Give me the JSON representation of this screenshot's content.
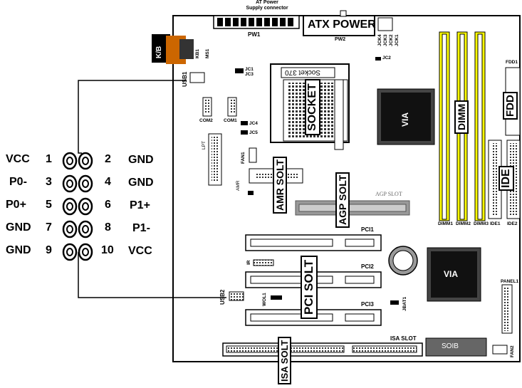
{
  "header_power": [
    "AT Power",
    "Supply connector"
  ],
  "labels": {
    "pw1": "PW1",
    "atx_power": "ATX POWER",
    "pw2": "PW2",
    "jck4": "JCK4",
    "jck3": "JCK3",
    "jck2": "JCK2",
    "jck1": "JCK1",
    "jc2": "JC2",
    "kb": "K/B",
    "kb1": "KB1",
    "ms1": "MS1",
    "usb1": "USB1",
    "jc1": "JC1",
    "jc3": "JC3",
    "socket370": "Socket 370",
    "socket": "SOCKET",
    "via": "VIA",
    "dimm": "DIMM",
    "fdd": "FDD",
    "fdd1": "FDD1",
    "com2": "COM2",
    "com1": "COM1",
    "jc4": "JC4",
    "jc5": "JC5",
    "lpt": "LPT",
    "fan1": "FAN1",
    "amr": "AMR",
    "amr_solt": "AMR SOLT",
    "agp_solt": "AGP SOLT",
    "agp_slot": "AGP SLOT",
    "ide": "IDE",
    "dimm1": "DIMM1",
    "dimm2": "DIMM2",
    "dimm3": "DIMM3",
    "ide1": "IDE1",
    "ide2": "IDE2",
    "pci1": "PCI1",
    "pci2": "PCI2",
    "pci3": "PCI3",
    "pci_solt": "PCI SOLT",
    "ir": "IR",
    "via2": "VIA",
    "usb2": "USB2",
    "wol1": "WOL1",
    "jbat1": "JBAT1",
    "panel1": "PANEL1",
    "isa_slot": "ISA SLOT",
    "isa_solt": "ISA SOLT",
    "sio": "SOIB",
    "fan2": "FAN2"
  },
  "usb_pins": [
    {
      "left": "VCC",
      "n1": "1",
      "n2": "2",
      "right": "GND"
    },
    {
      "left": "P0-",
      "n1": "3",
      "n2": "4",
      "right": "GND"
    },
    {
      "left": "P0+",
      "n1": "5",
      "n2": "6",
      "right": "P1+"
    },
    {
      "left": "GND",
      "n1": "7",
      "n2": "8",
      "right": "P1-"
    },
    {
      "left": "GND",
      "n1": "9",
      "n2": "10",
      "right": "VCC"
    }
  ]
}
